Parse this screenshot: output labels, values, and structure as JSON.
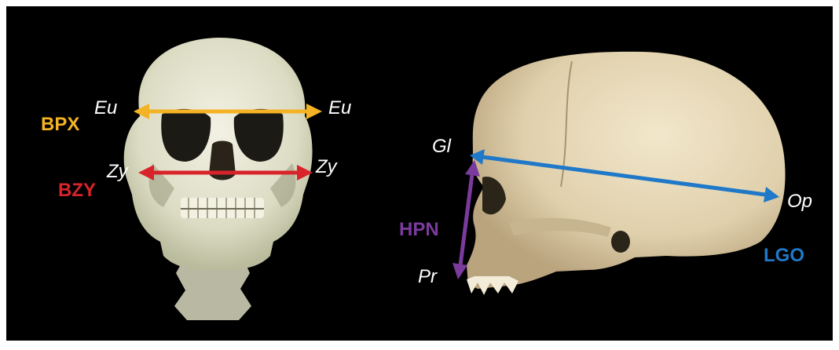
{
  "figure": {
    "frontal_view": {
      "landmarks": {
        "eu_left": "Eu",
        "eu_right": "Eu",
        "zy_left": "Zy",
        "zy_right": "Zy"
      },
      "measurements": {
        "bpx": {
          "label": "BPX",
          "color": "#f4b324"
        },
        "bzy": {
          "label": "BZY",
          "color": "#d9232a"
        }
      }
    },
    "lateral_view": {
      "landmarks": {
        "gl": "Gl",
        "op": "Op",
        "pr": "Pr"
      },
      "measurements": {
        "hpn": {
          "label": "HPN",
          "color": "#7a3b9c"
        },
        "lgo": {
          "label": "LGO",
          "color": "#1f78c8"
        }
      }
    }
  }
}
